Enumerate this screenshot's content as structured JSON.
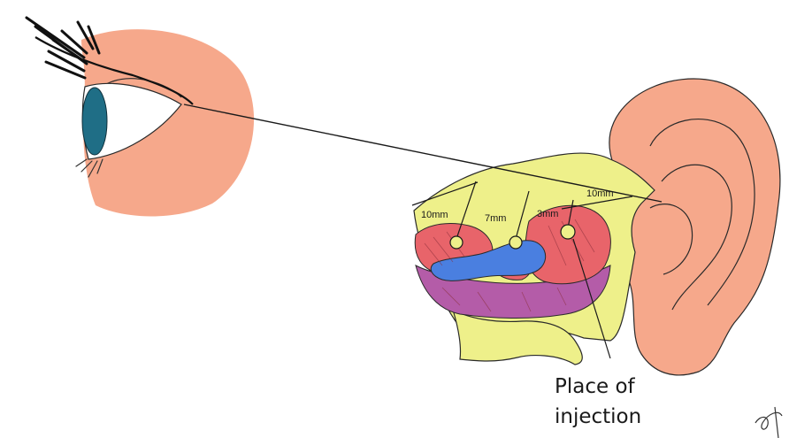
{
  "labels": {
    "dist_left": "10mm",
    "dist_mid": "7mm",
    "dist_right": "3mm",
    "dist_ear": "10mm"
  },
  "caption": {
    "line1": "Place of",
    "line2": "injection"
  },
  "colors": {
    "skin": "#f6a88b",
    "iris": "#1f6e86",
    "bone": "#eef08a",
    "muscle": "#e8646a",
    "fat": "#4a7fe0",
    "ligament": "#b45ca8",
    "outline": "#2a2a2a"
  }
}
